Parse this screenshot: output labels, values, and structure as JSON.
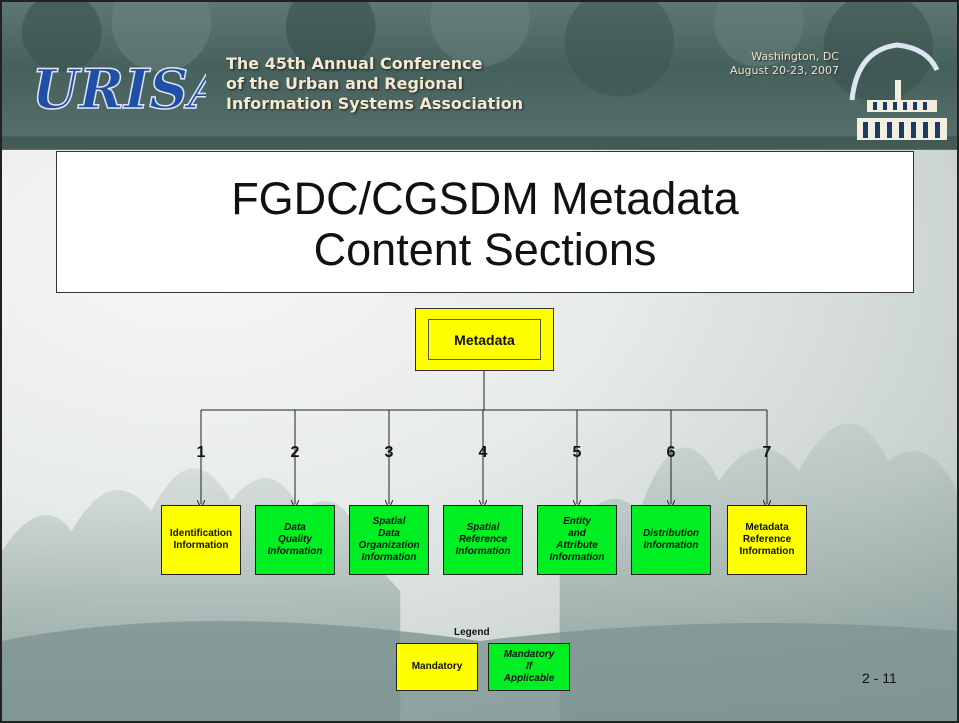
{
  "header": {
    "logo_text": "URISA",
    "conference_lines": [
      "The 45th Annual Conference",
      "of the Urban and Regional",
      "Information Systems Association"
    ],
    "location": "Washington, DC",
    "dates": "August 20-23, 2007"
  },
  "title": {
    "line1": "FGDC/CGSDM Metadata",
    "line2": "Content Sections"
  },
  "diagram": {
    "root": "Metadata",
    "sections": [
      {
        "number": "1",
        "label": [
          "Identification",
          "Information"
        ],
        "status": "mandatory"
      },
      {
        "number": "2",
        "label": [
          "Data",
          "Quality",
          "Information"
        ],
        "status": "mandatory-if-applicable"
      },
      {
        "number": "3",
        "label": [
          "Spatial",
          "Data",
          "Organization",
          "Information"
        ],
        "status": "mandatory-if-applicable"
      },
      {
        "number": "4",
        "label": [
          "Spatial",
          "Reference",
          "Information"
        ],
        "status": "mandatory-if-applicable"
      },
      {
        "number": "5",
        "label": [
          "Entity",
          "and",
          "Attribute",
          "Information"
        ],
        "status": "mandatory-if-applicable"
      },
      {
        "number": "6",
        "label": [
          "Distribution",
          "Information"
        ],
        "status": "mandatory-if-applicable"
      },
      {
        "number": "7",
        "label": [
          "Metadata",
          "Reference",
          "Information"
        ],
        "status": "mandatory"
      }
    ],
    "colors": {
      "mandatory": "#ffff00",
      "mandatory_if_applicable": "#00ee22"
    }
  },
  "legend": {
    "title": "Legend",
    "mandatory": "Mandatory",
    "mandatory_if_applicable": [
      "Mandatory",
      "If",
      "Applicable"
    ]
  },
  "page_number": "2 - 11"
}
